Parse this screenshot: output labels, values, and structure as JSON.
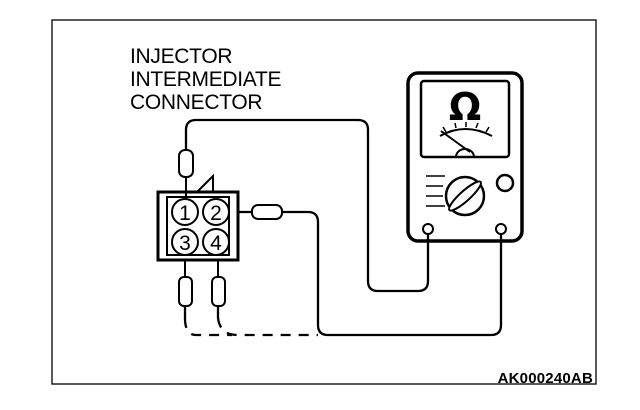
{
  "connector": {
    "label_lines": [
      "INJECTOR",
      "INTERMEDIATE",
      "CONNECTOR"
    ],
    "pins": [
      "1",
      "2",
      "3",
      "4"
    ]
  },
  "meter": {
    "symbol": "Ω",
    "icon": "ohmmeter-icon"
  },
  "figure_code": "AK000240AB",
  "colors": {
    "line": "#000000",
    "background": "#ffffff"
  }
}
